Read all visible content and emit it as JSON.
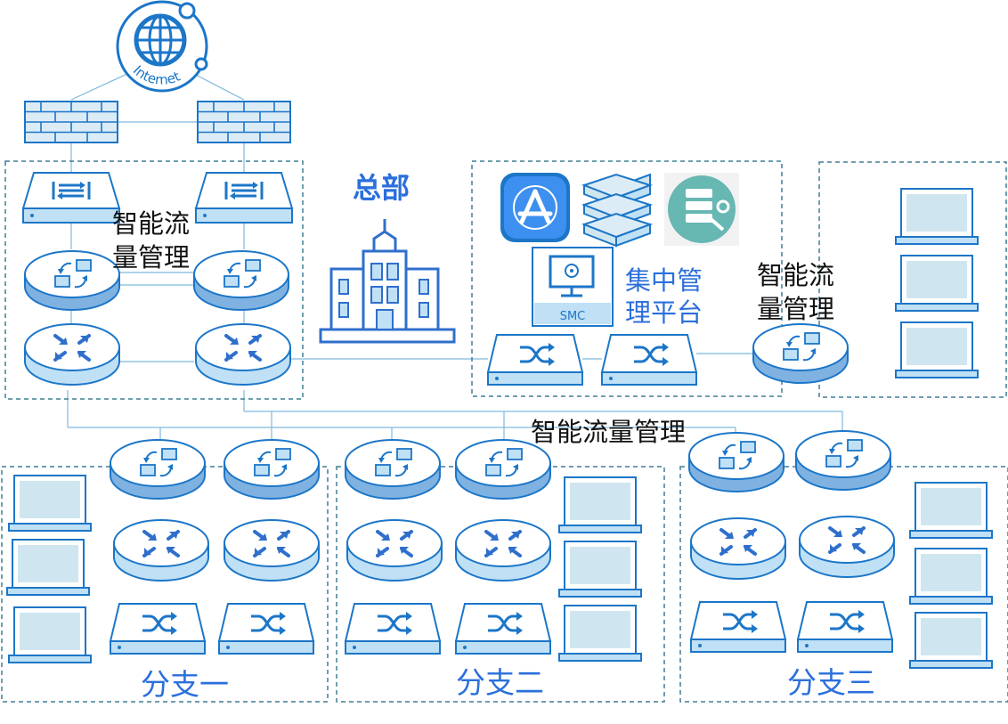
{
  "diagram": {
    "internet_label": "Internet",
    "hq_label": "总部",
    "smc_label": "SMC",
    "central_platform_line1": "集中管",
    "central_platform_line2": "理平台",
    "itm_hq_line1": "智能流",
    "itm_hq_line2": "量管理",
    "itm_right_line1": "智能流",
    "itm_right_line2": "量管理",
    "itm_branch": "智能流量管理",
    "branch1": "分支一",
    "branch2": "分支二",
    "branch3": "分支三"
  },
  "colors": {
    "device_fill": "#bfe0f5",
    "device_dark": "#7fb2e0",
    "device_stroke": "#1c76c8",
    "icon_blue": "#2f6fcc",
    "dashed_border": "#3f7f95",
    "link": "#7fb9dc",
    "label_blue": "#2b6fdc",
    "teal": "#67b7b3",
    "laptop_screen": "#cfe6f0"
  },
  "icons": [
    "internet-globe-icon",
    "firewall-icon",
    "load-balancer-icon",
    "traffic-manager-icon",
    "router-icon",
    "switch-icon",
    "laptop-icon",
    "building-icon",
    "app-store-icon",
    "server-stack-icon",
    "server-tools-icon",
    "smc-monitor-icon"
  ]
}
